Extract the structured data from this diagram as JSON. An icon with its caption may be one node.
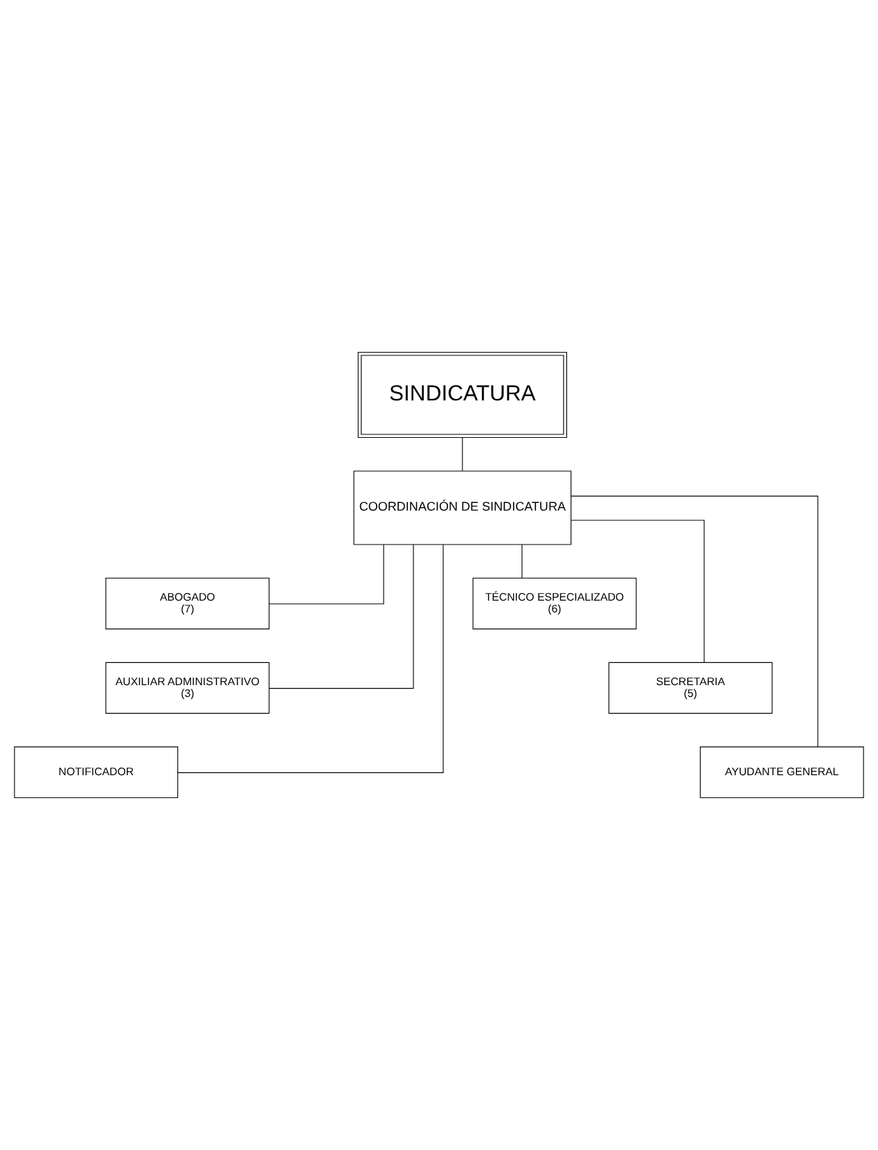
{
  "diagram": {
    "nodes": [
      {
        "text": [
          "SINDICATURA"
        ]
      },
      {
        "text": [
          "COORDINACIÓN DE SINDICATURA"
        ]
      },
      {
        "text": [
          "ABOGADO",
          "(7)"
        ]
      },
      {
        "text": [
          "TÉCNICO ESPECIALIZADO",
          "(6)"
        ]
      },
      {
        "text": [
          "AUXILIAR ADMINISTRATIVO",
          "(3)"
        ]
      },
      {
        "text": [
          "SECRETARIA",
          "(5)"
        ]
      },
      {
        "text": [
          "NOTIFICADOR"
        ]
      },
      {
        "text": [
          "AYUDANTE GENERAL"
        ]
      }
    ],
    "edges": [
      {
        "from": 0,
        "to": 1,
        "arrow": "none"
      },
      {
        "from": 1,
        "to": 2,
        "arrow": "none"
      },
      {
        "from": 1,
        "to": 3,
        "arrow": "none"
      },
      {
        "from": 1,
        "to": 4,
        "arrow": "none"
      },
      {
        "from": 1,
        "to": 5,
        "arrow": "none"
      },
      {
        "from": 1,
        "to": 6,
        "arrow": "none"
      },
      {
        "from": 1,
        "to": 7,
        "arrow": "none"
      }
    ]
  }
}
